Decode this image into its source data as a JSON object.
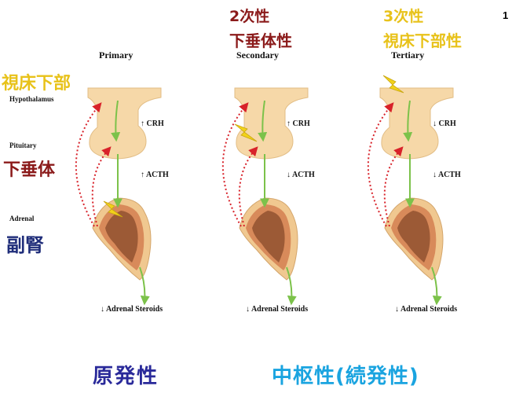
{
  "slide_number": "1",
  "left_labels": {
    "hypothalamus_jp": "視床下部",
    "hypothalamus_en": "Hypothalamus",
    "pituitary_en": "Pituitary",
    "pituitary_jp": "下垂体",
    "adrenal_en": "Adrenal",
    "adrenal_jp": "副腎"
  },
  "columns": [
    {
      "title": "Primary",
      "crh": "↑ CRH",
      "acth": "↑ ACTH",
      "steroids": "↓ Adrenal Steroids",
      "lesion": "adrenal"
    },
    {
      "subtitle_line1": "2次性",
      "subtitle_line2": "下垂体性",
      "title": "Secondary",
      "crh": "↑ CRH",
      "acth": "↓ ACTH",
      "steroids": "↓ Adrenal Steroids",
      "lesion": "pituitary"
    },
    {
      "subtitle_line1": "3次性",
      "subtitle_line2": "視床下部性",
      "title": "Tertiary",
      "crh": "↓ CRH",
      "acth": "↓ ACTH",
      "steroids": "↓ Adrenal Steroids",
      "lesion": "hypothalamus"
    }
  ],
  "bottom": {
    "primary_jp": "原発性",
    "central_jp": "中枢性(続発性)"
  },
  "colors": {
    "organ_fill": "#f6d8a8",
    "adrenal_outer": "#f0c890",
    "adrenal_mid": "#d88a5a",
    "adrenal_core": "#9c5a36",
    "green_arrow": "#7cc24a",
    "red_dotted": "#d8222a",
    "lightning": "#f2d21a"
  }
}
